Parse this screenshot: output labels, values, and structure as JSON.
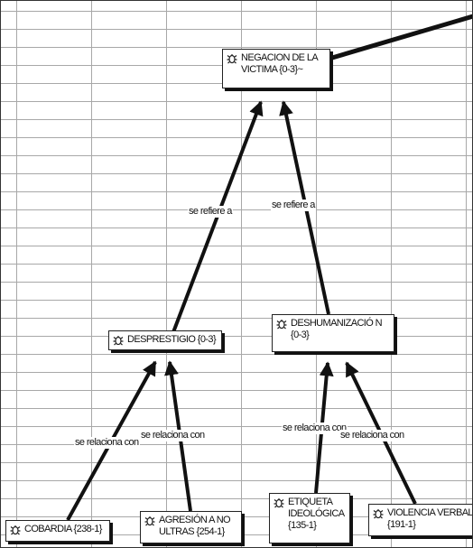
{
  "nodes": {
    "negacion": {
      "text": "NEGACION DE LA VICTIMA {0-3}~"
    },
    "desprestigio": {
      "text": "DESPRESTIGIO {0-3}"
    },
    "deshumanizacion": {
      "text": "DESHUMANIZACIÓ N {0-3}"
    },
    "cobardia": {
      "text": "COBARDIA {238-1}"
    },
    "agresion": {
      "text": "AGRESIÓN A NO ULTRAS {254-1}"
    },
    "etiqueta": {
      "text": "ETIQUETA IDEOLÓGICA {135-1}"
    },
    "violencia": {
      "text": "VIOLENCIA VERBAL {191-1}"
    }
  },
  "links": {
    "desprestigio_negacion": "se refiere a",
    "deshumanizacion_negacion": "se refiere a",
    "cobardia_desprestigio": "se relaciona con",
    "agresion_desprestigio": "se relaciona con",
    "etiqueta_deshumanizacion": "se relaciona con",
    "violencia_deshumanizacion": "se relaciona con"
  },
  "icon": "code-bug-icon",
  "colors": {
    "line": "#111111",
    "grid": "#a8a8a8",
    "node_bg": "#ffffff"
  }
}
